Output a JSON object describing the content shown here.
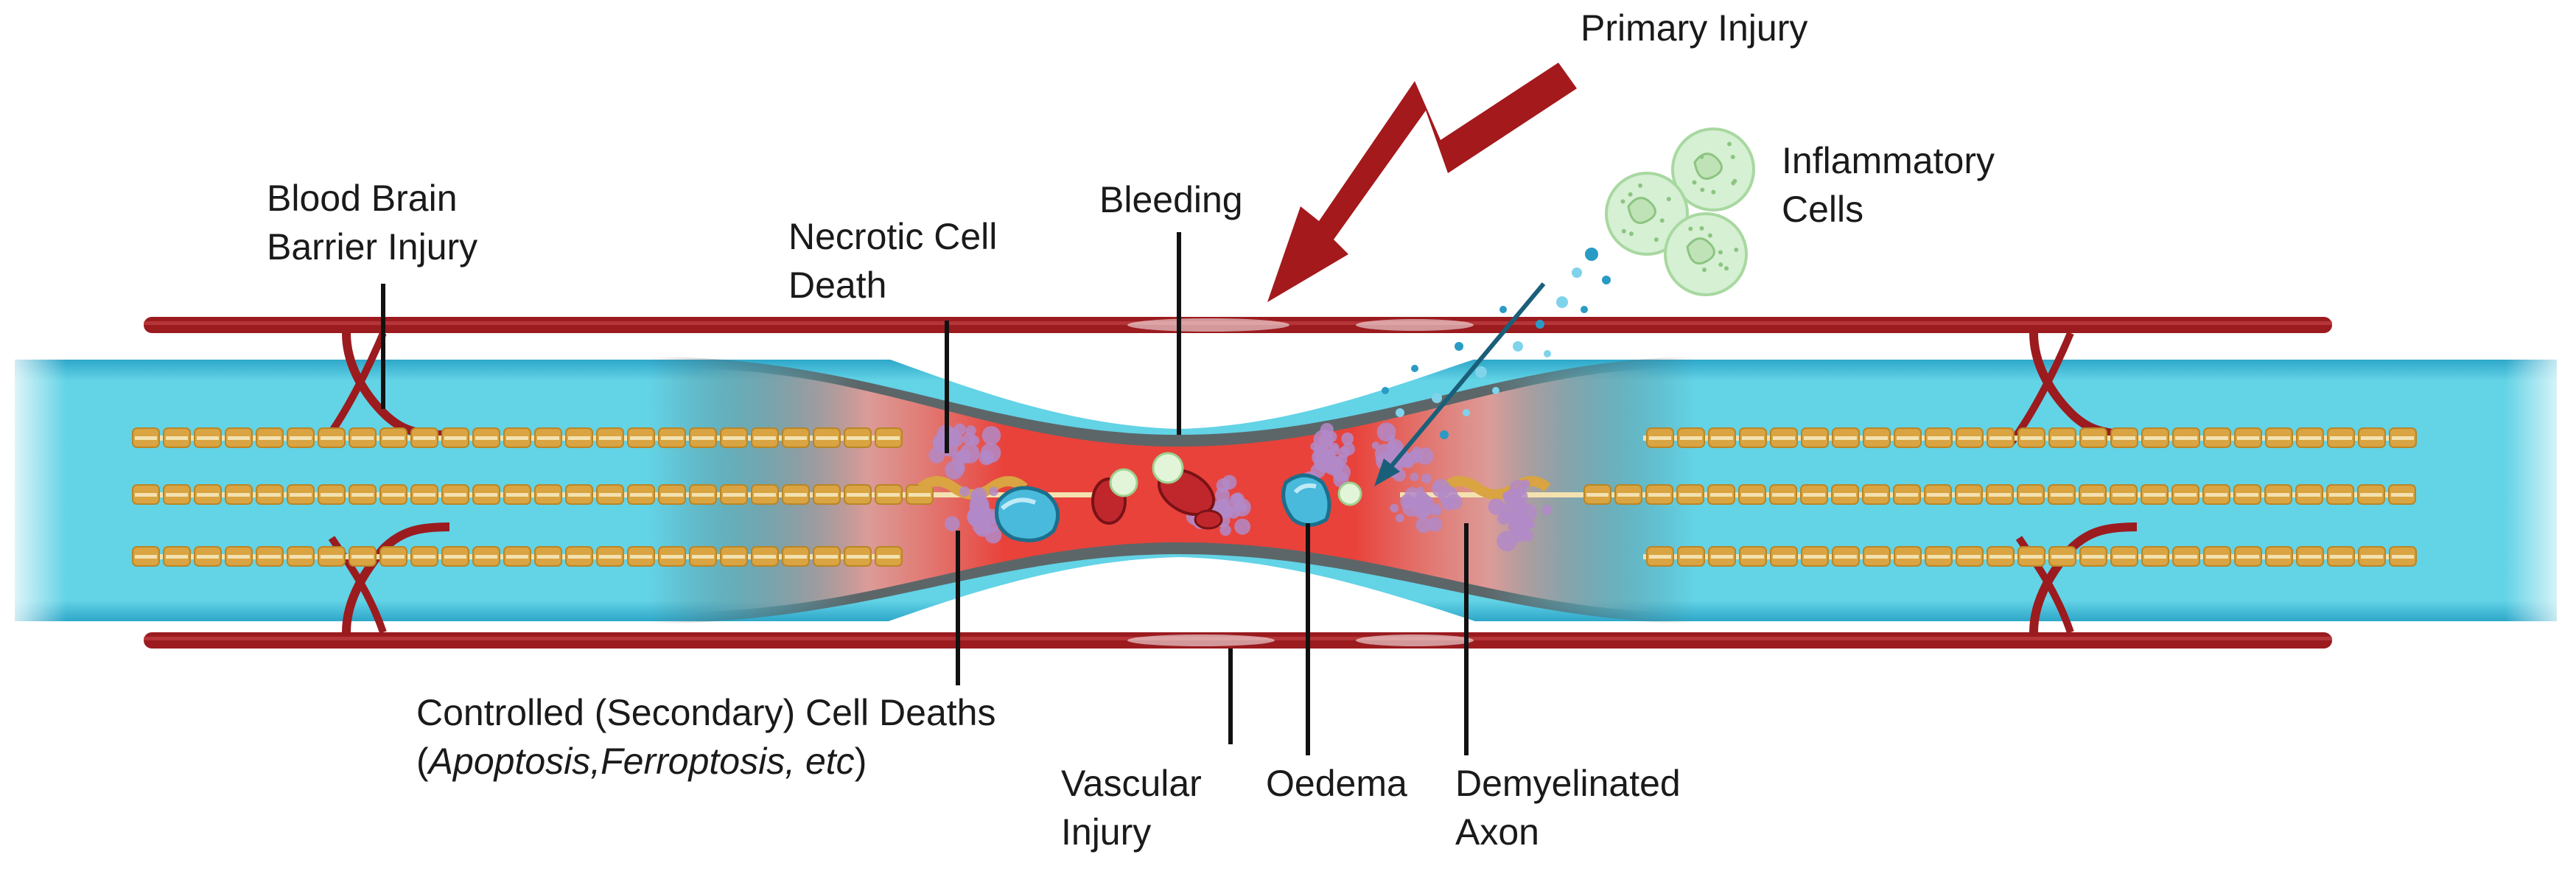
{
  "labels": {
    "primary_injury": "Primary Injury",
    "inflammatory_1": "Inflammatory",
    "inflammatory_2": "Cells",
    "bbb_1": "Blood Brain",
    "bbb_2": "Barrier Injury",
    "necrotic_1": "Necrotic Cell",
    "necrotic_2": "Death",
    "bleeding": "Bleeding",
    "controlled_1": "Controlled (Secondary) Cell Deaths",
    "controlled_2_open": "(",
    "controlled_2_italic": "Apoptosis,Ferroptosis, etc",
    "controlled_2_close": ")",
    "vascular_1": "Vascular",
    "vascular_2": "Injury",
    "oedema": "Oedema",
    "demyelinated_1": "Demyelinated",
    "demyelinated_2": "Axon"
  },
  "colors": {
    "vessel": "#9b1b1f",
    "spinal_cord": "#5fd0e3",
    "spinal_cord_edge": "#1d8fb3",
    "lesion": "#e8423a",
    "myelin": "#d9a441",
    "axon": "#f3e2b0",
    "arrow": "#a3191c",
    "inflammatory_cell": "#d6f0d4",
    "debris": "#b18ac8",
    "oedema": "#49b9dc",
    "leader": "#111111"
  }
}
